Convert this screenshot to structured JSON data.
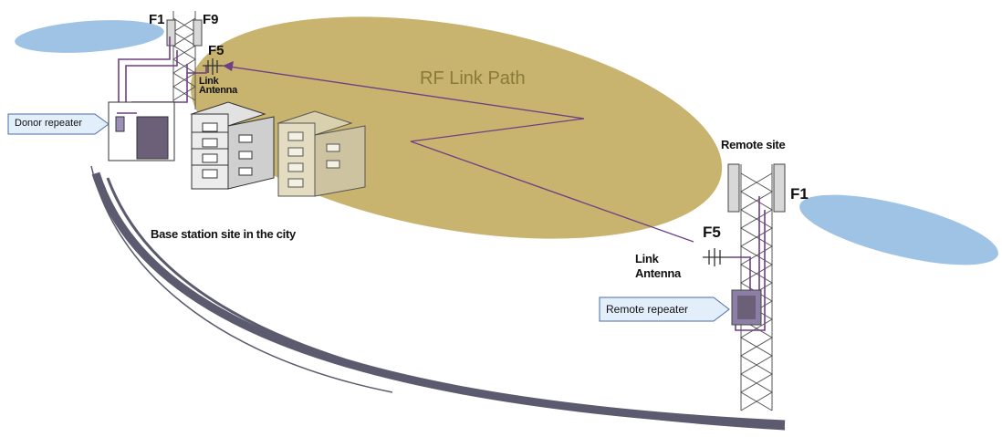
{
  "labels": {
    "f1_donor": "F1",
    "f9_donor": "F9",
    "f5_donor": "F5",
    "link_antenna_donor": "Link Antenna",
    "rf_link_path": "RF Link Path",
    "donor_repeater": "Donor repeater",
    "base_station_site": "Base station site in the city",
    "remote_site": "Remote site",
    "f1_remote": "F1",
    "f5_remote": "F5",
    "link_antenna_remote": "Link Antenna",
    "remote_repeater": "Remote repeater"
  },
  "colors": {
    "rf_ellipse": "#c8b46e",
    "coverage_lobe": "#9fc3e4",
    "link_line": "#6f3f86",
    "repeater_box": "#6b6078",
    "callout_fill": "#e3eefb",
    "callout_stroke": "#4a6fa0",
    "road": "#5b5a6e"
  }
}
